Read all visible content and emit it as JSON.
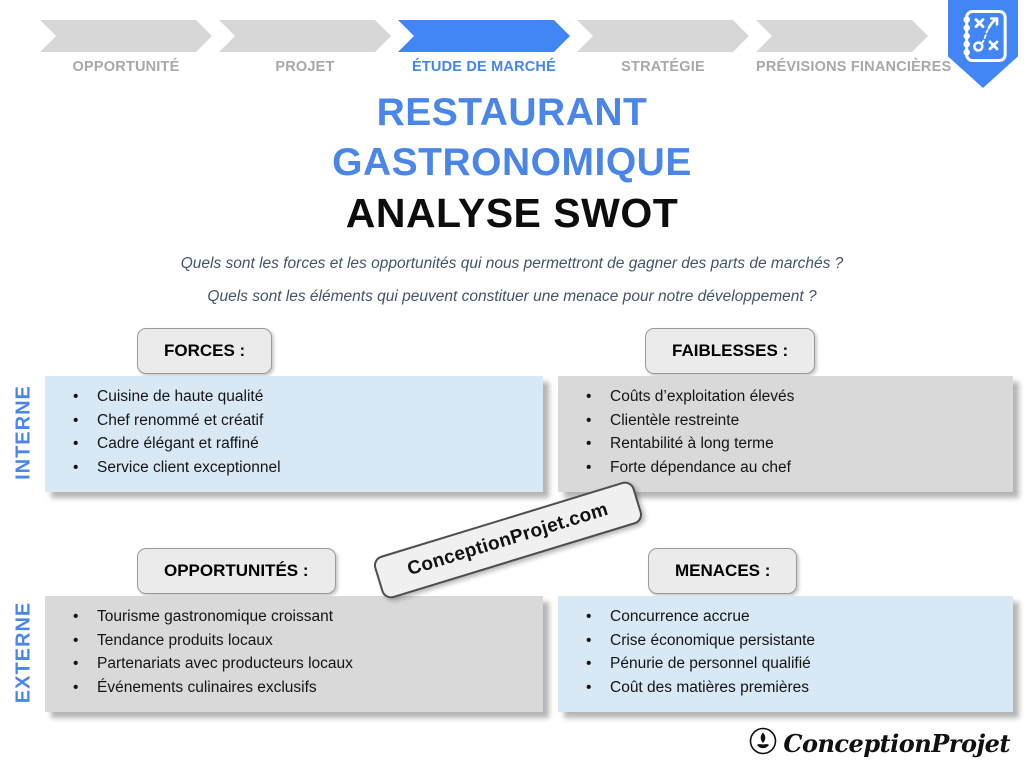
{
  "nav": {
    "steps": [
      {
        "label": "OPPORTUNITÉ",
        "active": false
      },
      {
        "label": "PROJET",
        "active": false
      },
      {
        "label": "ÉTUDE DE MARCHÉ",
        "active": true
      },
      {
        "label": "STRATÉGIE",
        "active": false
      },
      {
        "label": "PRÉVISIONS FINANCIÈRES",
        "active": false
      }
    ]
  },
  "icons": {
    "bookmark": "strategy-playbook-icon",
    "footer": "hand-rocket-icon"
  },
  "title": {
    "line1": "RESTAURANT",
    "line2": "GASTRONOMIQUE",
    "line3": "ANALYSE SWOT"
  },
  "questions": [
    "Quels sont les forces et les opportunités qui nous permettront de gagner des parts de marchés ?",
    "Quels sont les éléments qui peuvent constituer une menace pour notre développement ?"
  ],
  "side_labels": {
    "internal": "INTERNE",
    "external": "EXTERNE"
  },
  "quadrants": {
    "forces": {
      "label": "FORCES :",
      "tone": "blue",
      "items": [
        "Cuisine de haute qualité",
        "Chef renommé et créatif",
        "Cadre élégant et raffiné",
        "Service client exceptionnel"
      ]
    },
    "faiblesses": {
      "label": "FAIBLESSES :",
      "tone": "gray",
      "items": [
        "Coûts d’exploitation élevés",
        "Clientèle restreinte",
        "Rentabilité à long terme",
        "Forte dépendance au chef"
      ]
    },
    "opportunites": {
      "label": "OPPORTUNITÉS :",
      "tone": "gray",
      "items": [
        "Tourisme gastronomique croissant",
        "Tendance produits locaux",
        "Partenariats avec producteurs locaux",
        "Événements culinaires exclusifs"
      ]
    },
    "menaces": {
      "label": "MENACES :",
      "tone": "blue",
      "items": [
        "Concurrence accrue",
        "Crise économique persistante",
        "Pénurie de personnel qualifié",
        "Coût des matières premières"
      ]
    }
  },
  "watermark": "ConceptionProjet.com",
  "footer_logo": "ConceptionProjet",
  "colors": {
    "accent_blue": "#4285f4",
    "title_blue": "#4a86e8",
    "light_blue_box": "#d9e8f5",
    "light_gray_box": "#d9d9d9",
    "nav_gray": "#d7d7d7",
    "nav_label_gray": "#a8a8a8",
    "question_text": "#44546a"
  }
}
